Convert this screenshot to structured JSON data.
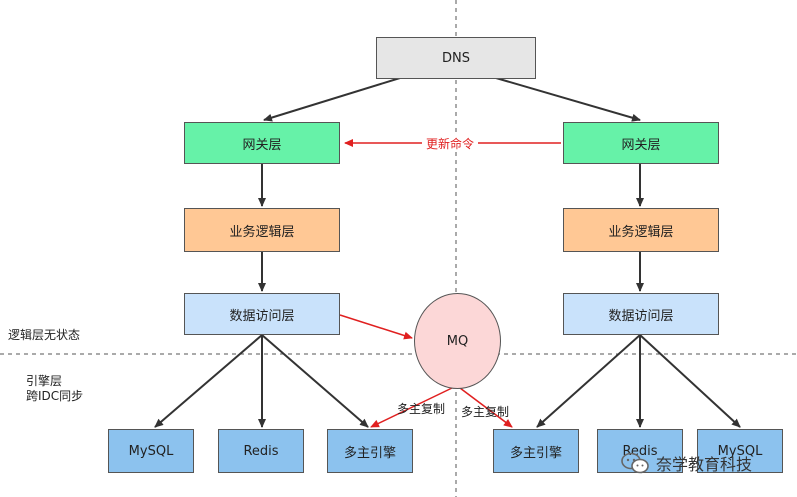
{
  "dns": "DNS",
  "left": {
    "gateway": "网关层",
    "business": "业务逻辑层",
    "data_access": "数据访问层",
    "mysql": "MySQL",
    "redis": "Redis",
    "multi_engine": "多主引擎"
  },
  "right": {
    "gateway": "网关层",
    "business": "业务逻辑层",
    "data_access": "数据访问层",
    "mysql": "MySQL",
    "redis": "Redis",
    "multi_engine": "多主引擎"
  },
  "mq": "MQ",
  "update_command": "更新命令",
  "replicate_left": "多主复制",
  "replicate_right": "多主复制",
  "logic_stateless": "逻辑层无状态",
  "engine_layer": "引擎层",
  "cross_idc_sync": "跨IDC同步",
  "watermark": "奈学教育科技",
  "colors": {
    "gateway": "#66f2a8",
    "business": "#ffc895",
    "data_access": "#c9e2fb",
    "storage": "#8cc2ee",
    "mq": "#fcd7d7",
    "arrow_red": "#e02020"
  }
}
